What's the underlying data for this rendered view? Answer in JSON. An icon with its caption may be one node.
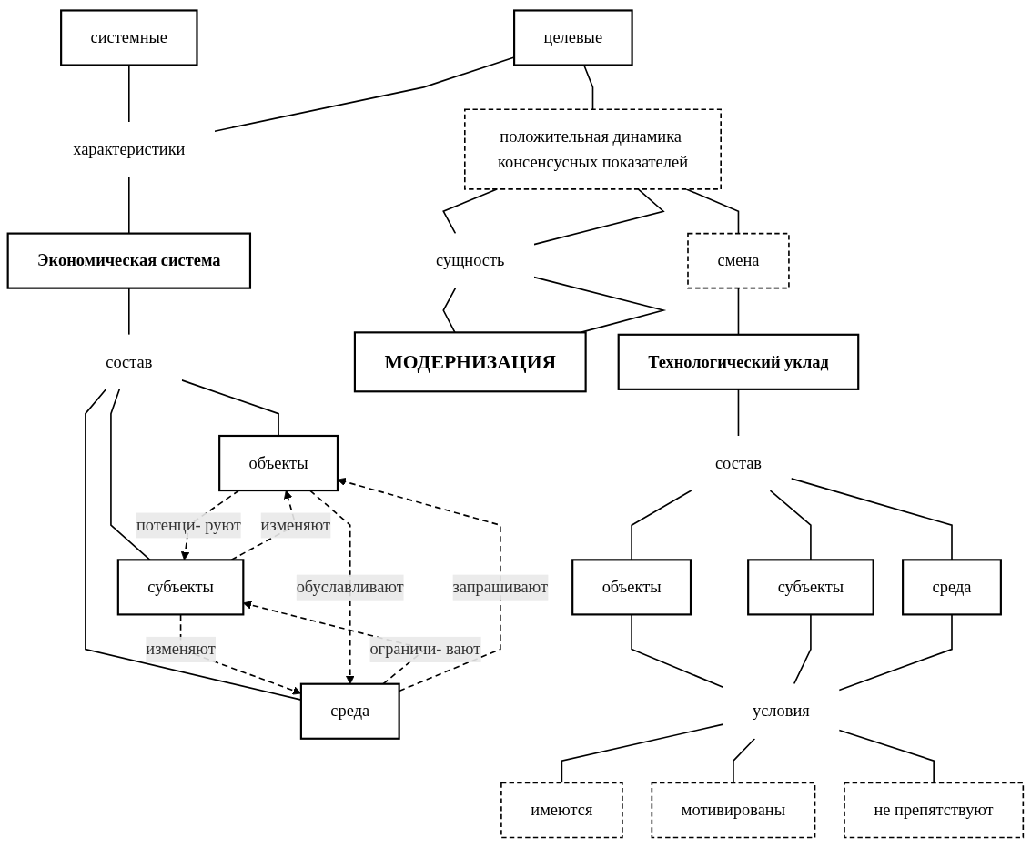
{
  "diagram": {
    "nodes": [
      {
        "text": [
          "системные"
        ]
      },
      {
        "text": [
          "целевые"
        ]
      },
      {
        "text": [
          "положительная динамика консенсусных показателей"
        ]
      },
      {
        "text": [
          "смена"
        ]
      },
      {
        "text": [
          "характеристики"
        ]
      },
      {
        "text": [
          "сущность"
        ]
      },
      {
        "text": [
          "Экономическая система"
        ]
      },
      {
        "text": [
          "МОДЕРНИЗАЦИЯ"
        ]
      },
      {
        "text": [
          "Технологический уклад"
        ]
      },
      {
        "text": [
          "состав"
        ]
      },
      {
        "text": [
          "состав"
        ]
      },
      {
        "text": [
          "объекты"
        ]
      },
      {
        "text": [
          "среда"
        ]
      },
      {
        "text": [
          "субъекты"
        ]
      },
      {
        "text": [
          "объекты"
        ]
      },
      {
        "text": [
          "среда"
        ]
      },
      {
        "text": [
          "субъекты"
        ]
      },
      {
        "text": [
          "условия"
        ]
      },
      {
        "text": [
          "имеются"
        ]
      },
      {
        "text": [
          "не препятствуют"
        ]
      },
      {
        "text": [
          "мотивированы"
        ]
      }
    ],
    "edges": [
      {
        "from": 1,
        "to": 2,
        "arrow": "none"
      },
      {
        "from": 2,
        "to": 3,
        "arrow": "none"
      },
      {
        "from": 0,
        "to": 4,
        "arrow": "none"
      },
      {
        "from": 1,
        "to": 4,
        "arrow": "none"
      },
      {
        "from": 4,
        "to": 6,
        "arrow": "none"
      },
      {
        "from": 2,
        "to": 5,
        "arrow": "none"
      },
      {
        "from": 2,
        "to": 5,
        "arrow": "none"
      },
      {
        "from": 5,
        "to": 7,
        "arrow": "none"
      },
      {
        "from": 5,
        "to": 7,
        "arrow": "none"
      },
      {
        "from": 3,
        "to": 8,
        "arrow": "none"
      },
      {
        "from": 6,
        "to": 9,
        "arrow": "none"
      },
      {
        "from": 9,
        "to": 11,
        "arrow": "none"
      },
      {
        "from": 9,
        "to": 13,
        "arrow": "none"
      },
      {
        "from": 9,
        "to": 12,
        "arrow": "none"
      },
      {
        "from": 8,
        "to": 10,
        "arrow": "none"
      },
      {
        "from": 10,
        "to": 14,
        "arrow": "none"
      },
      {
        "from": 10,
        "to": 16,
        "arrow": "none"
      },
      {
        "from": 10,
        "to": 15,
        "arrow": "none"
      },
      {
        "from": 14,
        "to": 17,
        "arrow": "none"
      },
      {
        "from": 16,
        "to": 17,
        "arrow": "none"
      },
      {
        "from": 15,
        "to": 17,
        "arrow": "none"
      },
      {
        "from": 17,
        "to": 18,
        "arrow": "none"
      },
      {
        "from": 17,
        "to": 20,
        "arrow": "none"
      },
      {
        "from": 17,
        "to": 19,
        "arrow": "none"
      },
      {
        "from": 13,
        "to": 11,
        "arrow": "to",
        "style": "dashed",
        "label": "изменяют"
      },
      {
        "from": 11,
        "to": 13,
        "arrow": "to",
        "style": "dashed",
        "label": "потенци- руют"
      },
      {
        "from": 13,
        "to": 12,
        "arrow": "to",
        "style": "dashed",
        "label": "изменяют"
      },
      {
        "from": 12,
        "to": 13,
        "arrow": "to",
        "style": "dashed",
        "label": "ограничи- вают"
      },
      {
        "from": 11,
        "to": 12,
        "arrow": "to",
        "style": "dashed",
        "label": "обуславливают"
      },
      {
        "from": 12,
        "to": 11,
        "arrow": "to",
        "style": "dashed",
        "label": "запрашивают"
      }
    ]
  }
}
